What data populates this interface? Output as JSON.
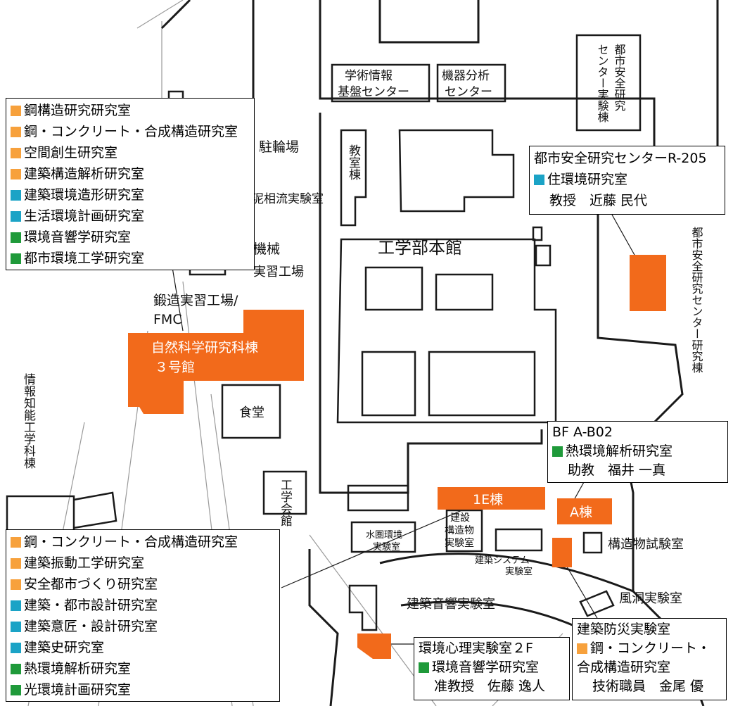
{
  "colors": {
    "orange": "#f7a13c",
    "teal": "#1ba3c6",
    "green": "#1f9a3a",
    "building_highlight": "#f26a1b",
    "map_line": "#1a1a1a"
  },
  "map_labels": {
    "gakujutsu_1": "学術情報",
    "gakujutsu_2": "基盤センター",
    "kiki_1": "機器分析",
    "kiki_2": "センター",
    "toshi_jikken_c1": "都市安全研究",
    "toshi_jikken_c2": "センター実験棟",
    "churinjo": "駐輪場",
    "deisoryu": "泥相流実験室",
    "kikai_1": "機械",
    "kikai_2": "実習工場",
    "tanzo_1": "鍛造実習工場/",
    "tanzo_2": "FMC",
    "kyoshitsu": "教室棟",
    "honkan": "工学部本館",
    "toshi_anzen_v": "都市安全研究センター研究棟",
    "shokudo": "食堂",
    "joho_chino": "情報知能工学科棟",
    "kogaku_kaikan": "工学会館",
    "suiri_1": "水圏環境",
    "suiri_2": "実験室",
    "kenchiku_kozo_1": "建設",
    "kenchiku_kozo_2": "構造物",
    "kenchiku_kozo_3": "実験室",
    "kenchiku_sys_1": "建築システム",
    "kenchiku_sys_2": "実験室",
    "kozobutsu_shiken": "構造物試験室",
    "fudo": "風洞実験室",
    "onkyo": "建築音響実験室"
  },
  "highlights": {
    "shizen_1": "自然科学研究科棟",
    "shizen_2": "３号館",
    "e1": "1E棟",
    "a": "A棟"
  },
  "legend_top_left": [
    {
      "label": "鋼構造研究研究室",
      "color": "orange"
    },
    {
      "label": "鋼・コンクリート・合成構造研究室",
      "color": "orange"
    },
    {
      "label": "空間創生研究室",
      "color": "orange"
    },
    {
      "label": "建築構造解析研究室",
      "color": "orange"
    },
    {
      "label": "建築環境造形研究室",
      "color": "teal"
    },
    {
      "label": "生活環境計画研究室",
      "color": "teal"
    },
    {
      "label": "環境音響学研究室",
      "color": "green"
    },
    {
      "label": "都市環境工学研究室",
      "color": "green"
    }
  ],
  "legend_bottom_left": [
    {
      "label": "鋼・コンクリート・合成構造研究室",
      "color": "orange"
    },
    {
      "label": "建築振動工学研究室",
      "color": "orange"
    },
    {
      "label": "安全都市づくり研究室",
      "color": "orange"
    },
    {
      "label": "建築・都市設計研究室",
      "color": "teal"
    },
    {
      "label": "建築意匠・設計研究室",
      "color": "teal"
    },
    {
      "label": "建築史研究室",
      "color": "teal"
    },
    {
      "label": "熱環境解析研究室",
      "color": "green"
    },
    {
      "label": "光環境計画研究室",
      "color": "green"
    }
  ],
  "box_toshi": {
    "title": "都市安全研究センターR-205",
    "lab": "住環境研究室",
    "person": "教授　近藤 民代"
  },
  "box_bf": {
    "title": "BF A-B02",
    "lab": "熱環境解析研究室",
    "person": "助教　福井 一真"
  },
  "box_bousai": {
    "title": "建築防災実験室",
    "lab_1": "鋼・コンクリート・",
    "lab_2": "合成構造研究室",
    "person": "技術職員　金尾 優"
  },
  "box_kankyo": {
    "title": "環境心理実験室２F",
    "lab": "環境音響学研究室",
    "person": "准教授　佐藤 逸人"
  }
}
